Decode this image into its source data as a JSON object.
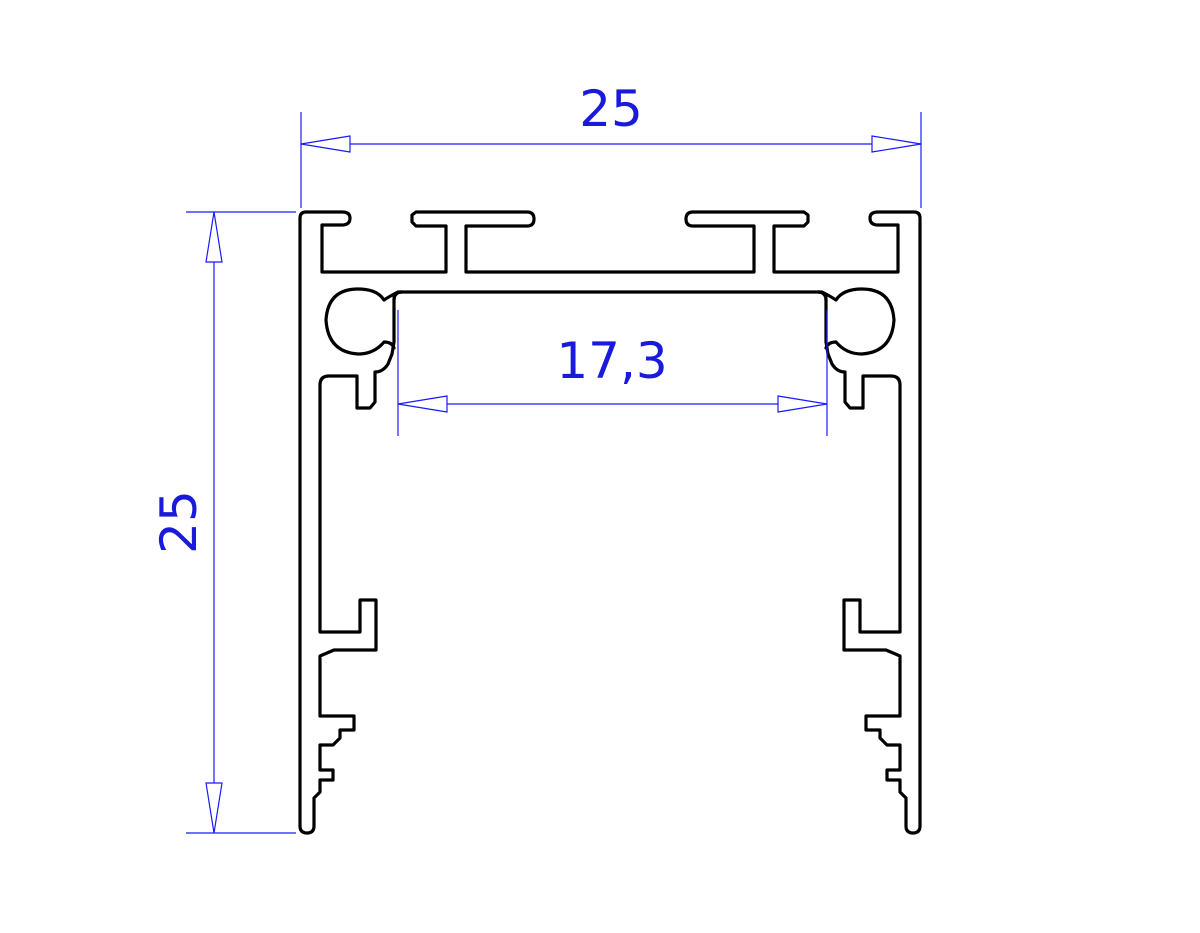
{
  "dimensions": {
    "overall_width": "25",
    "overall_height": "25",
    "inner_width": "17,3"
  },
  "colors": {
    "profile_outline": "#000000",
    "dimension": "#1a1aff",
    "background": "#ffffff"
  }
}
